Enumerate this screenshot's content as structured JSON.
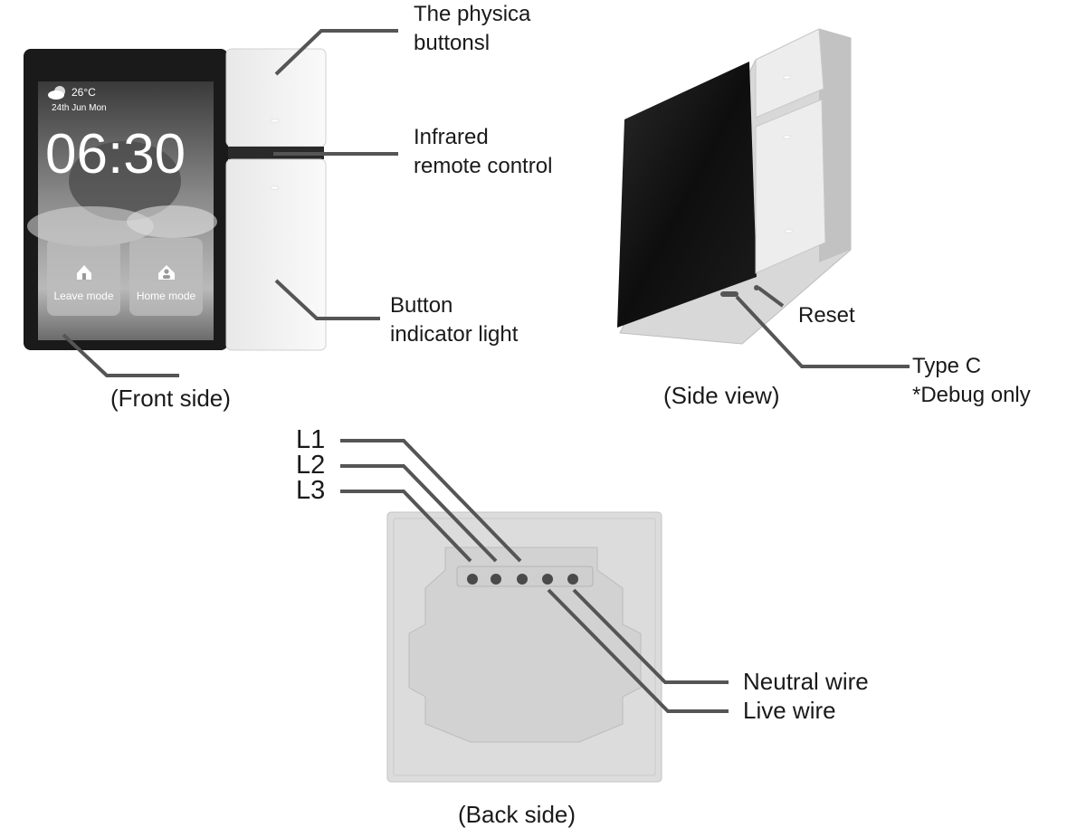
{
  "front_device": {
    "weather_icon": "cloud-sun-icon",
    "temperature": "26°C",
    "date": "24th Jun  Mon",
    "clock": "06:30",
    "tiles": [
      {
        "label": "Leave mode",
        "icon": "home-icon"
      },
      {
        "label": "Home mode",
        "icon": "home-person-icon"
      }
    ]
  },
  "callouts": {
    "physical_buttons": [
      "The physica",
      "buttonsl"
    ],
    "infrared": [
      "Infrared",
      "remote control"
    ],
    "indicator_light": [
      "Button",
      "indicator light"
    ],
    "reset": "Reset",
    "type_c": [
      "Type C",
      "*Debug only"
    ],
    "l1": "L1",
    "l2": "L2",
    "l3": "L3",
    "neutral": "Neutral wire",
    "live": "Live wire"
  },
  "captions": {
    "front": "(Front side)",
    "side": "(Side view)",
    "back": "(Back side)"
  },
  "colors": {
    "leader_line": "#555555",
    "device_black": "#1a1a1a",
    "panel_white": "#f2f2f2",
    "backplate": "#dcdcdc"
  }
}
